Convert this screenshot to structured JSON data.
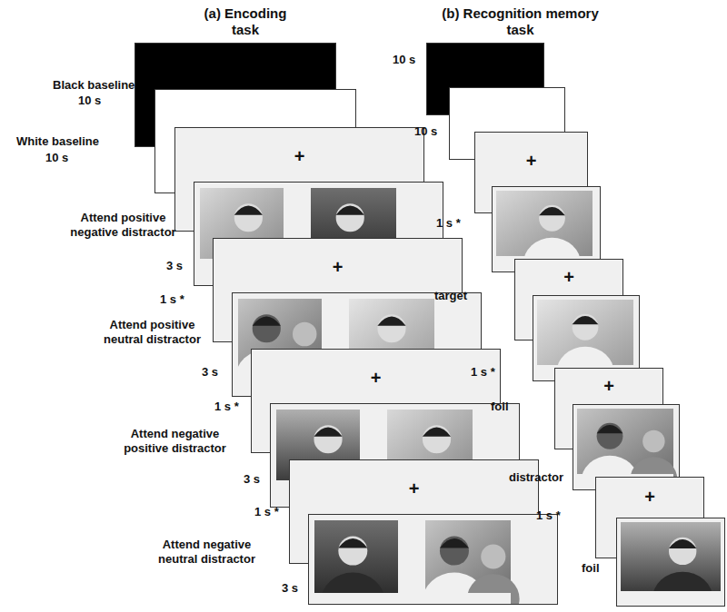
{
  "diagram": {
    "nodes": [
      {
        "text": [
          "+"
        ]
      },
      {
        "text": [
          "+"
        ]
      },
      {
        "text": [
          "+"
        ]
      },
      {
        "text": [
          "+"
        ]
      },
      {
        "text": [
          "+"
        ]
      },
      {
        "text": [
          "+"
        ]
      },
      {
        "text": [
          "+"
        ]
      },
      {
        "text": [
          "+"
        ]
      }
    ],
    "labels": [
      "(a) Encoding task",
      "(b) Recognition memory task",
      "Black baseline",
      "10 s",
      "White baseline",
      "10 s",
      "Attend positive negative distractor",
      "3 s",
      "1 s *",
      "Attend positive neutral distractor",
      "3 s",
      "1 s *",
      "Attend negative positive distractor",
      "3 s",
      "1 s *",
      "Attend negative neutral distractor",
      "3 s",
      "10 s",
      "10 s",
      "1 s *",
      "target",
      "1 s *",
      "foil",
      "distractor",
      "1 s *",
      "foil"
    ]
  }
}
